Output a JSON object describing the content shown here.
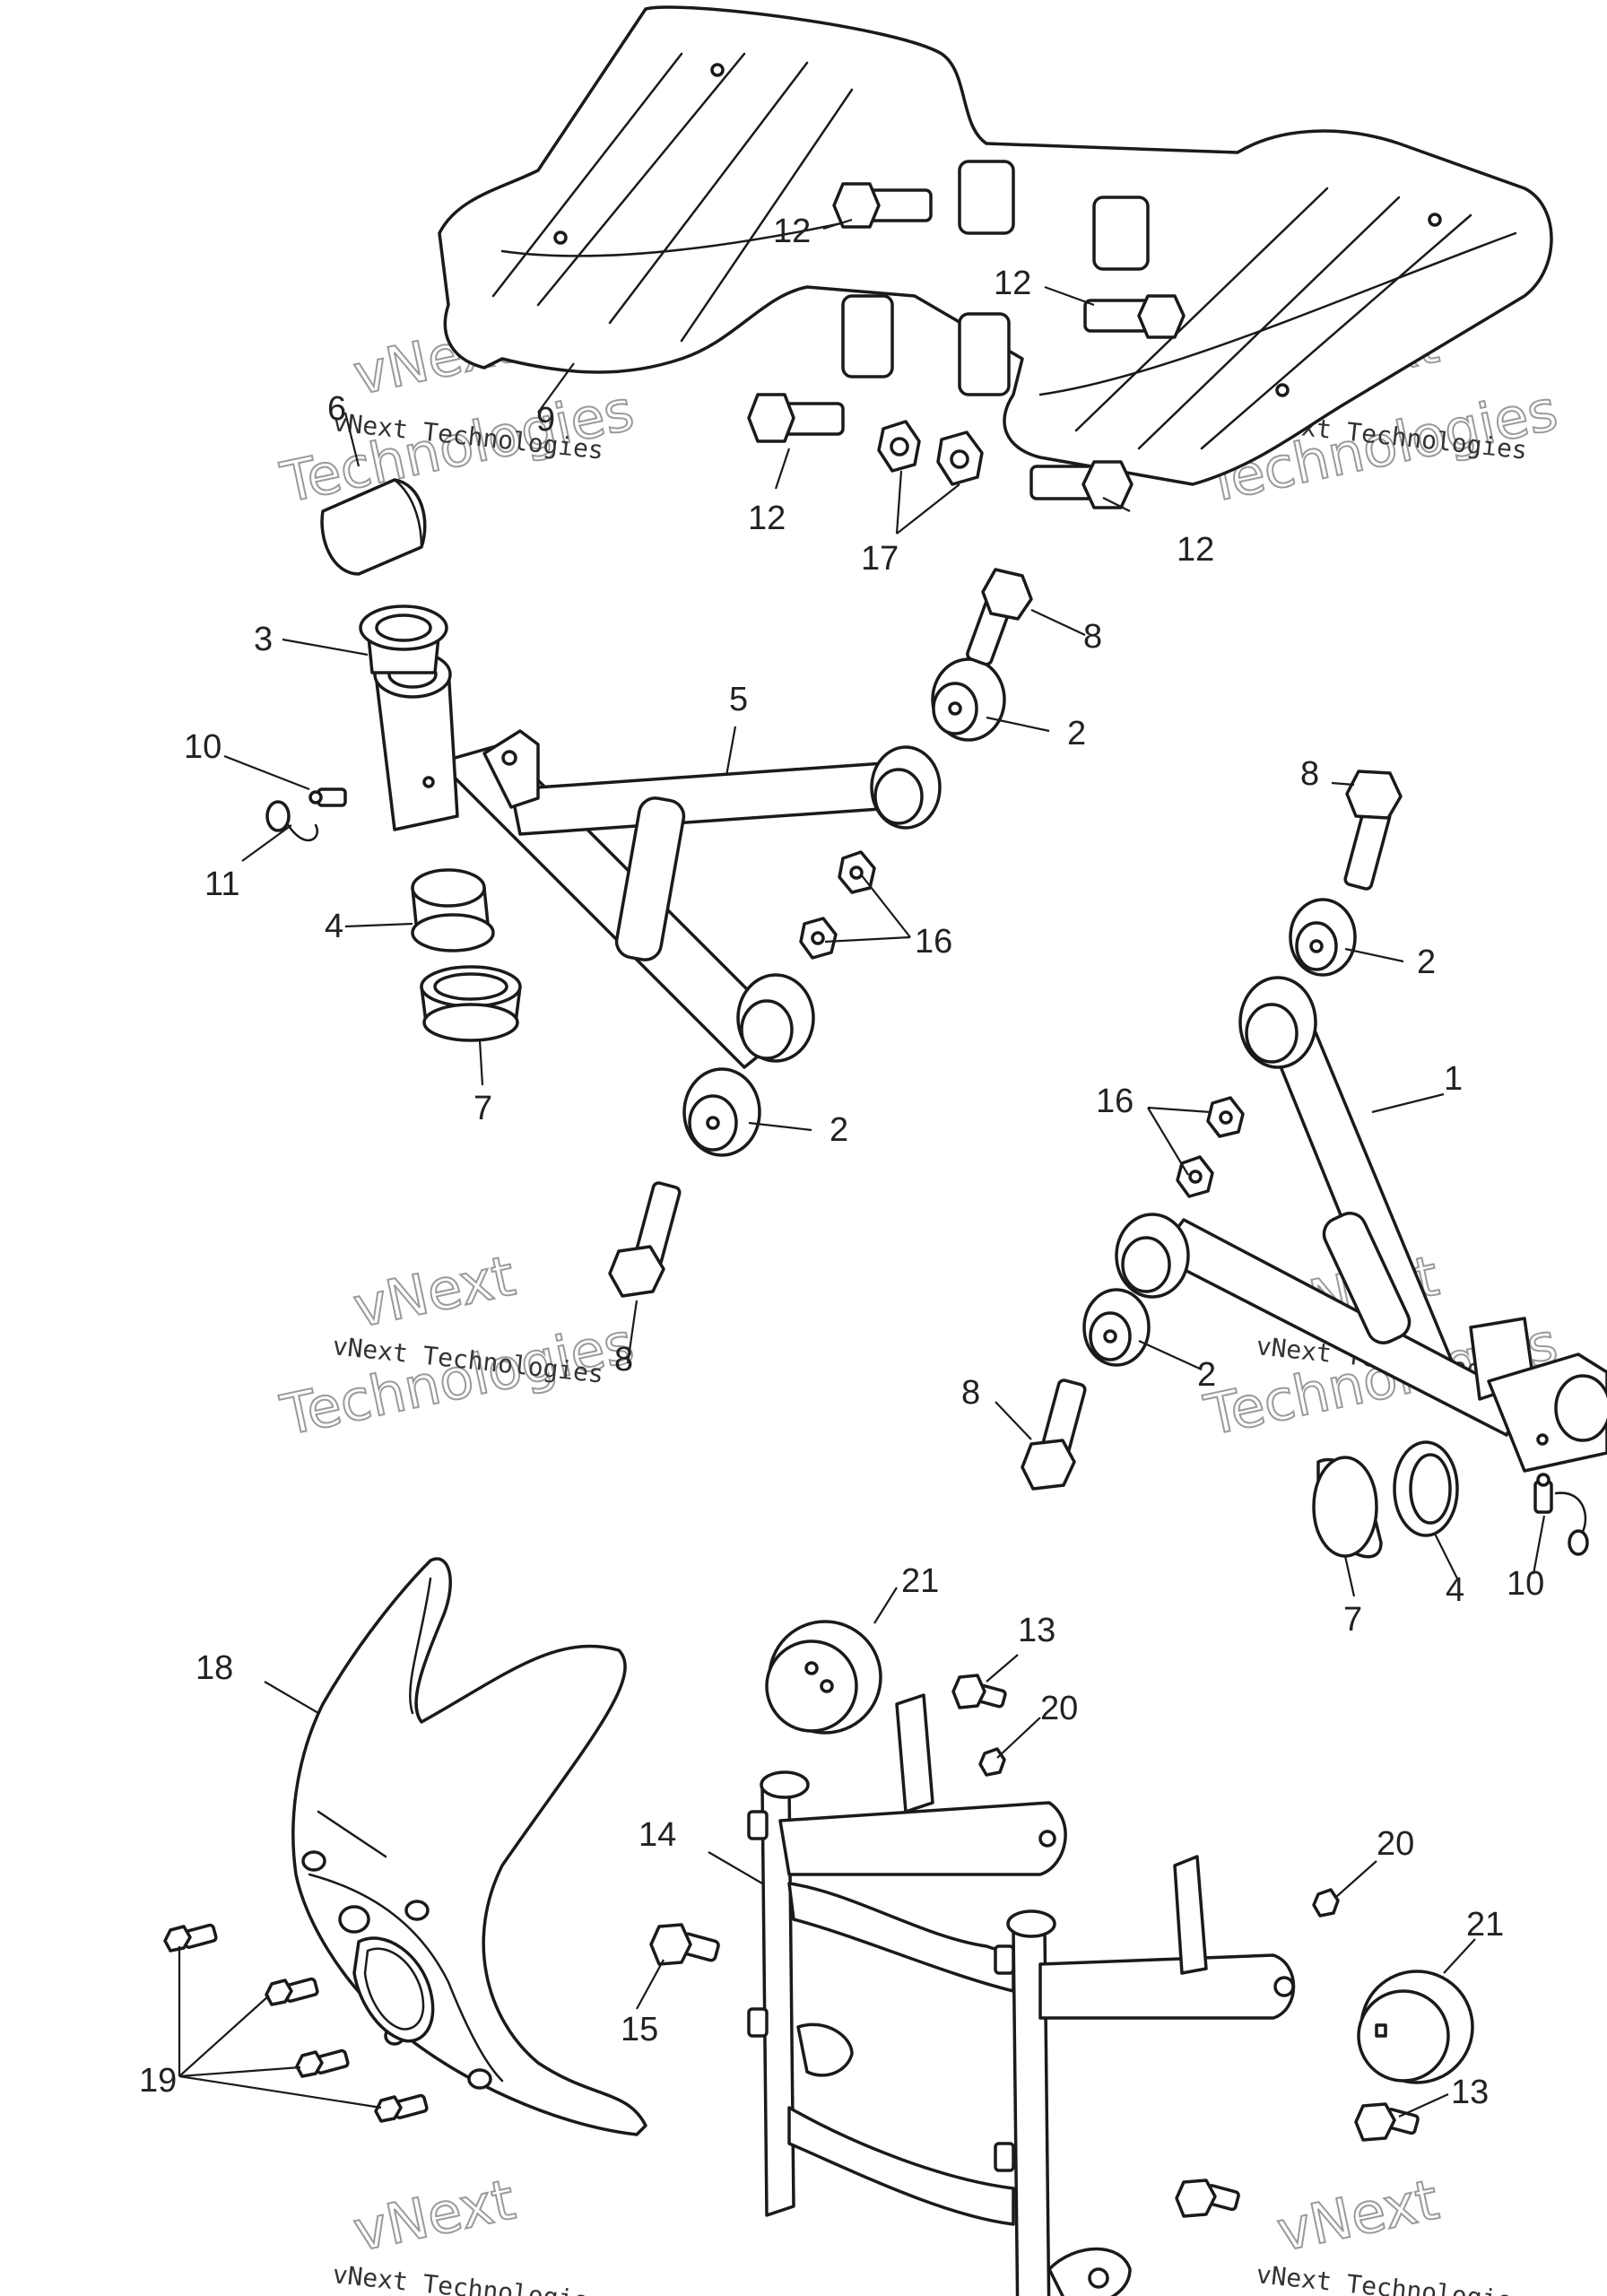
{
  "watermark": {
    "brand": "vNext",
    "text": "vNext Technologies",
    "word": "Technologies"
  },
  "callouts": [
    {
      "id": "c9",
      "label": "9"
    },
    {
      "id": "c6",
      "label": "6"
    },
    {
      "id": "c12a",
      "label": "12"
    },
    {
      "id": "c12b",
      "label": "12"
    },
    {
      "id": "c12c",
      "label": "12"
    },
    {
      "id": "c12d",
      "label": "12"
    },
    {
      "id": "c17",
      "label": "17"
    },
    {
      "id": "c3",
      "label": "3"
    },
    {
      "id": "c8a",
      "label": "8"
    },
    {
      "id": "c5",
      "label": "5"
    },
    {
      "id": "c2a",
      "label": "2"
    },
    {
      "id": "c10a",
      "label": "10"
    },
    {
      "id": "c11",
      "label": "11"
    },
    {
      "id": "c4a",
      "label": "4"
    },
    {
      "id": "c16a",
      "label": "16"
    },
    {
      "id": "c7a",
      "label": "7"
    },
    {
      "id": "c2b",
      "label": "2"
    },
    {
      "id": "c8b",
      "label": "8"
    },
    {
      "id": "c8c",
      "label": "8"
    },
    {
      "id": "c2c",
      "label": "2"
    },
    {
      "id": "c1",
      "label": "1"
    },
    {
      "id": "c16b",
      "label": "16"
    },
    {
      "id": "c2d",
      "label": "2"
    },
    {
      "id": "c8d",
      "label": "8"
    },
    {
      "id": "c7b",
      "label": "7"
    },
    {
      "id": "c4b",
      "label": "4"
    },
    {
      "id": "c10b",
      "label": "10"
    },
    {
      "id": "c18",
      "label": "18"
    },
    {
      "id": "c21a",
      "label": "21"
    },
    {
      "id": "c13a",
      "label": "13"
    },
    {
      "id": "c20a",
      "label": "20"
    },
    {
      "id": "c14",
      "label": "14"
    },
    {
      "id": "c20b",
      "label": "20"
    },
    {
      "id": "c21b",
      "label": "21"
    },
    {
      "id": "c15",
      "label": "15"
    },
    {
      "id": "c19",
      "label": "19"
    },
    {
      "id": "c13b",
      "label": "13"
    }
  ]
}
